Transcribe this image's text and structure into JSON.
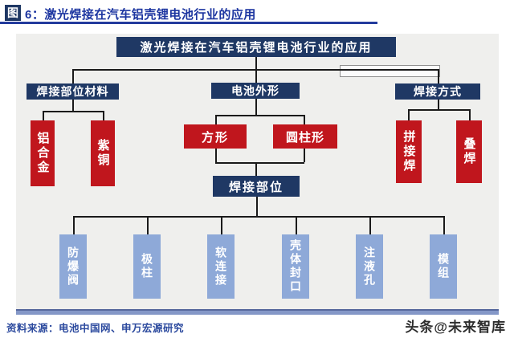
{
  "figure": {
    "badge": "图",
    "title": "6：激光焊接在汽车铝壳锂电池行业的应用"
  },
  "diagram": {
    "root": "激光焊接在汽车铝壳锂电池行业的应用",
    "material_branch": "焊接部位材料",
    "shape_branch": "电池外形",
    "method_branch": "焊接方式",
    "aluminum": "铝合金",
    "copper": "紫铜",
    "square": "方形",
    "cylinder": "圆柱形",
    "butt_weld": "拼接焊",
    "lap_weld": "叠焊",
    "weld_part": "焊接部位",
    "parts": [
      "防爆阀",
      "极柱",
      "软连接",
      "壳体封口",
      "注液孔",
      "模组"
    ]
  },
  "footer": {
    "source": "资料来源：电池中国网、申万宏源研究",
    "watermark": "头条@未来智库"
  },
  "colors": {
    "navy_node": "#1f3864",
    "red_node": "#c0161d",
    "light_blue_node": "#8ea9d8",
    "title_blue": "#1c35a0",
    "panel_background": "#efefed",
    "connector": "#1a1a1a",
    "bottom_bar": "#8497c7"
  }
}
